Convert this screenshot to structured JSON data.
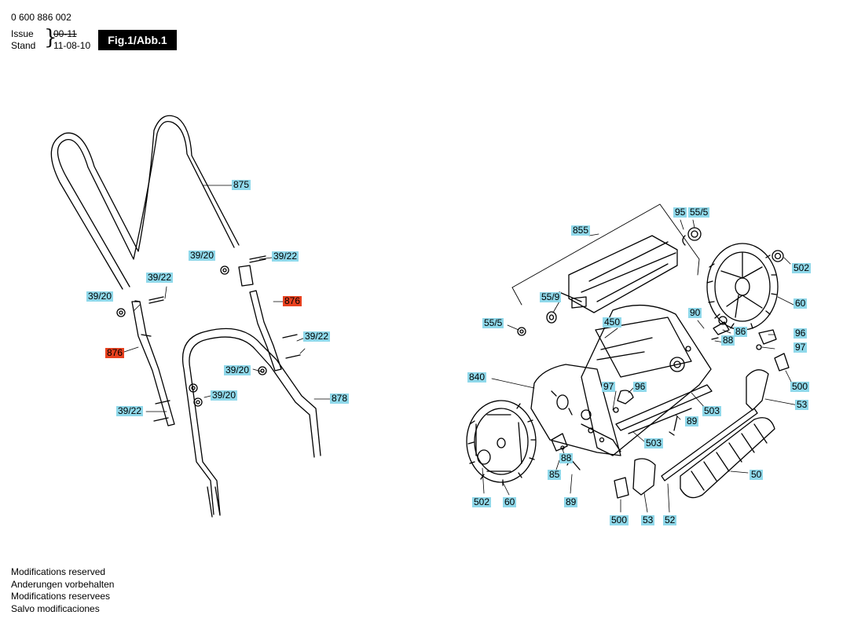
{
  "header": {
    "part_number": "0 600 886 002",
    "issue_label": "Issue",
    "stand_label": "Stand",
    "issue_date": "00-11",
    "stand_date": "11-08-10",
    "figure_title": "Fig.1/Abb.1"
  },
  "footer": {
    "lines": [
      "Modifications reserved",
      "Anderungen vorbehalten",
      "Modifications reservees",
      "Salvo modificaciones"
    ]
  },
  "colors": {
    "label_bg": "#8fd8ea",
    "highlight_bg": "#e8411f"
  },
  "labels": [
    {
      "text": "875",
      "highlight": false
    },
    {
      "text": "39/20",
      "highlight": false
    },
    {
      "text": "39/22",
      "highlight": false
    },
    {
      "text": "39/22",
      "highlight": false
    },
    {
      "text": "39/20",
      "highlight": false
    },
    {
      "text": "876",
      "highlight": true
    },
    {
      "text": "876",
      "highlight": true
    },
    {
      "text": "39/22",
      "highlight": false
    },
    {
      "text": "39/20",
      "highlight": false
    },
    {
      "text": "39/20",
      "highlight": false
    },
    {
      "text": "878",
      "highlight": false
    },
    {
      "text": "39/22",
      "highlight": false
    },
    {
      "text": "95",
      "highlight": false
    },
    {
      "text": "55/5",
      "highlight": false
    },
    {
      "text": "855",
      "highlight": false
    },
    {
      "text": "502",
      "highlight": false
    },
    {
      "text": "55/9",
      "highlight": false
    },
    {
      "text": "60",
      "highlight": false
    },
    {
      "text": "55/5",
      "highlight": false
    },
    {
      "text": "450",
      "highlight": false
    },
    {
      "text": "90",
      "highlight": false
    },
    {
      "text": "96",
      "highlight": false
    },
    {
      "text": "86",
      "highlight": false
    },
    {
      "text": "88",
      "highlight": false
    },
    {
      "text": "97",
      "highlight": false
    },
    {
      "text": "840",
      "highlight": false
    },
    {
      "text": "97",
      "highlight": false
    },
    {
      "text": "96",
      "highlight": false
    },
    {
      "text": "500",
      "highlight": false
    },
    {
      "text": "53",
      "highlight": false
    },
    {
      "text": "503",
      "highlight": false
    },
    {
      "text": "89",
      "highlight": false
    },
    {
      "text": "503",
      "highlight": false
    },
    {
      "text": "88",
      "highlight": false
    },
    {
      "text": "85",
      "highlight": false
    },
    {
      "text": "50",
      "highlight": false
    },
    {
      "text": "502",
      "highlight": false
    },
    {
      "text": "60",
      "highlight": false
    },
    {
      "text": "89",
      "highlight": false
    },
    {
      "text": "500",
      "highlight": false
    },
    {
      "text": "53",
      "highlight": false
    },
    {
      "text": "52",
      "highlight": false
    }
  ]
}
